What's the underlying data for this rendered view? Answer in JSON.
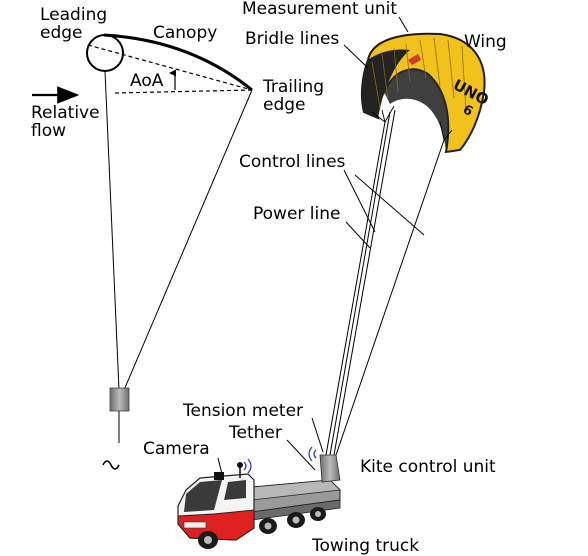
{
  "labels": {
    "leading_edge": "Leading\nedge",
    "canopy": "Canopy",
    "measurement_unit": "Measurement unit",
    "bridle_lines": "Bridle lines",
    "wing": "Wing",
    "aoa": "AoA",
    "trailing_edge": "Trailing\nedge",
    "relative_flow": "Relative\nflow",
    "control_lines": "Control lines",
    "power_line": "Power line",
    "tension_meter": "Tension meter",
    "tether": "Tether",
    "camera": "Camera",
    "kite_control_unit": "Kite control unit",
    "towing_truck": "Towing truck"
  },
  "kite_brand": {
    "text": "UNO",
    "number": "6"
  },
  "colors": {
    "kite_yellow": "#f2c21b",
    "kite_dark": "#1e1e1e",
    "truck_red": "#e02020",
    "truck_grey": "#8a8a8a",
    "signal_blue": "#2233cc"
  }
}
